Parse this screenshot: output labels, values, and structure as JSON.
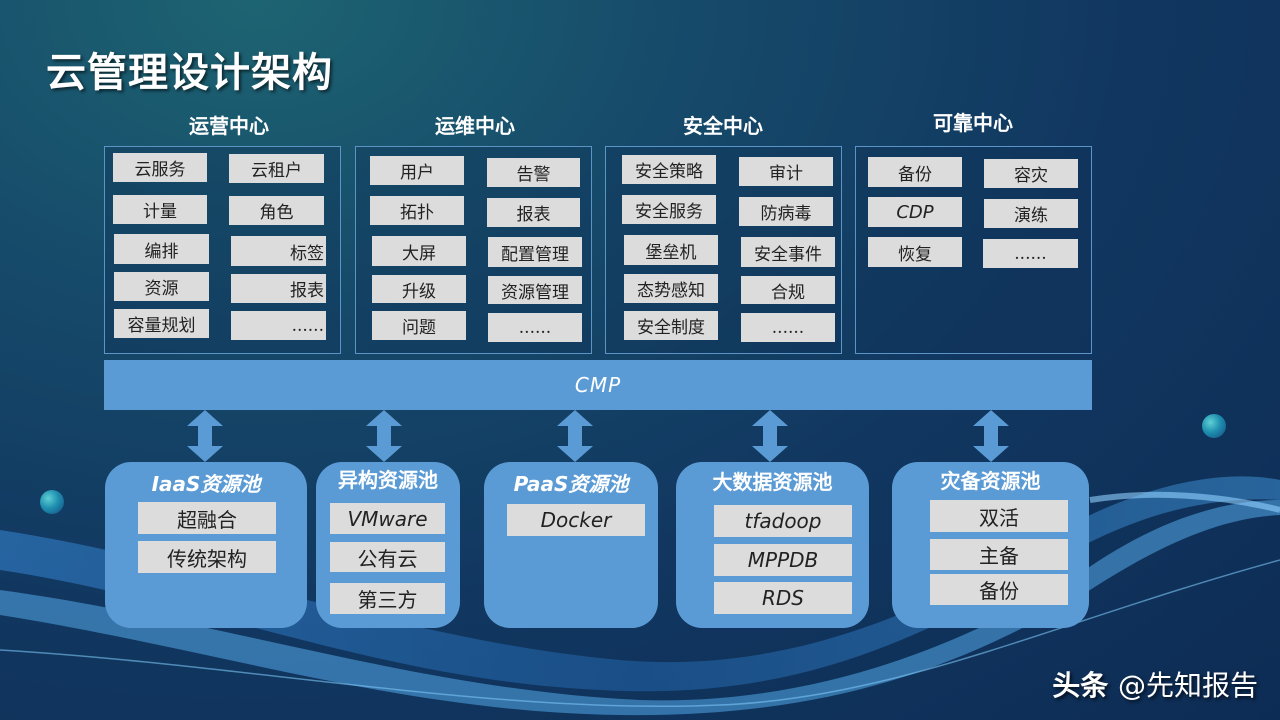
{
  "title": "云管理设计架构",
  "centers": [
    {
      "label": "运营中心",
      "left": [
        "云服务",
        "计量",
        "编排",
        "资源",
        "容量规划"
      ],
      "right": [
        "云租户",
        "角色",
        "标签",
        "报表",
        "......"
      ]
    },
    {
      "label": "运维中心",
      "left": [
        "用户",
        "拓扑",
        "大屏",
        "升级",
        "问题"
      ],
      "right": [
        "告警",
        "报表",
        "配置管理",
        "资源管理",
        "......"
      ]
    },
    {
      "label": "安全中心",
      "left": [
        "安全策略",
        "安全服务",
        "堡垒机",
        "态势感知",
        "安全制度"
      ],
      "right": [
        "审计",
        "防病毒",
        "安全事件",
        "合规",
        "......"
      ]
    },
    {
      "label": "可靠中心",
      "left": [
        "备份",
        "CDP",
        "恢复"
      ],
      "right": [
        "容灾",
        "演练",
        "......"
      ]
    }
  ],
  "cmp": {
    "label": "CMP"
  },
  "pools": [
    {
      "title": "IaaS资源池",
      "items": [
        "超融合",
        "传统架构"
      ]
    },
    {
      "title": "异构资源池",
      "items": [
        "VMware",
        "公有云",
        "第三方"
      ]
    },
    {
      "title": "PaaS资源池",
      "items": [
        "Docker"
      ]
    },
    {
      "title": "大数据资源池",
      "items": [
        "tfadoop",
        "MPPDB",
        "RDS"
      ]
    },
    {
      "title": "灾备资源池",
      "items": [
        "双活",
        "主备",
        "备份"
      ]
    }
  ],
  "watermark": {
    "brand": "头条",
    "handle": "@先知报告"
  },
  "colors": {
    "cmp_bar": "#5b9bd5",
    "pool_bg": "#5b9bd5",
    "cell_bg": "#dcdcdc",
    "box_border": "#5b95c8"
  }
}
